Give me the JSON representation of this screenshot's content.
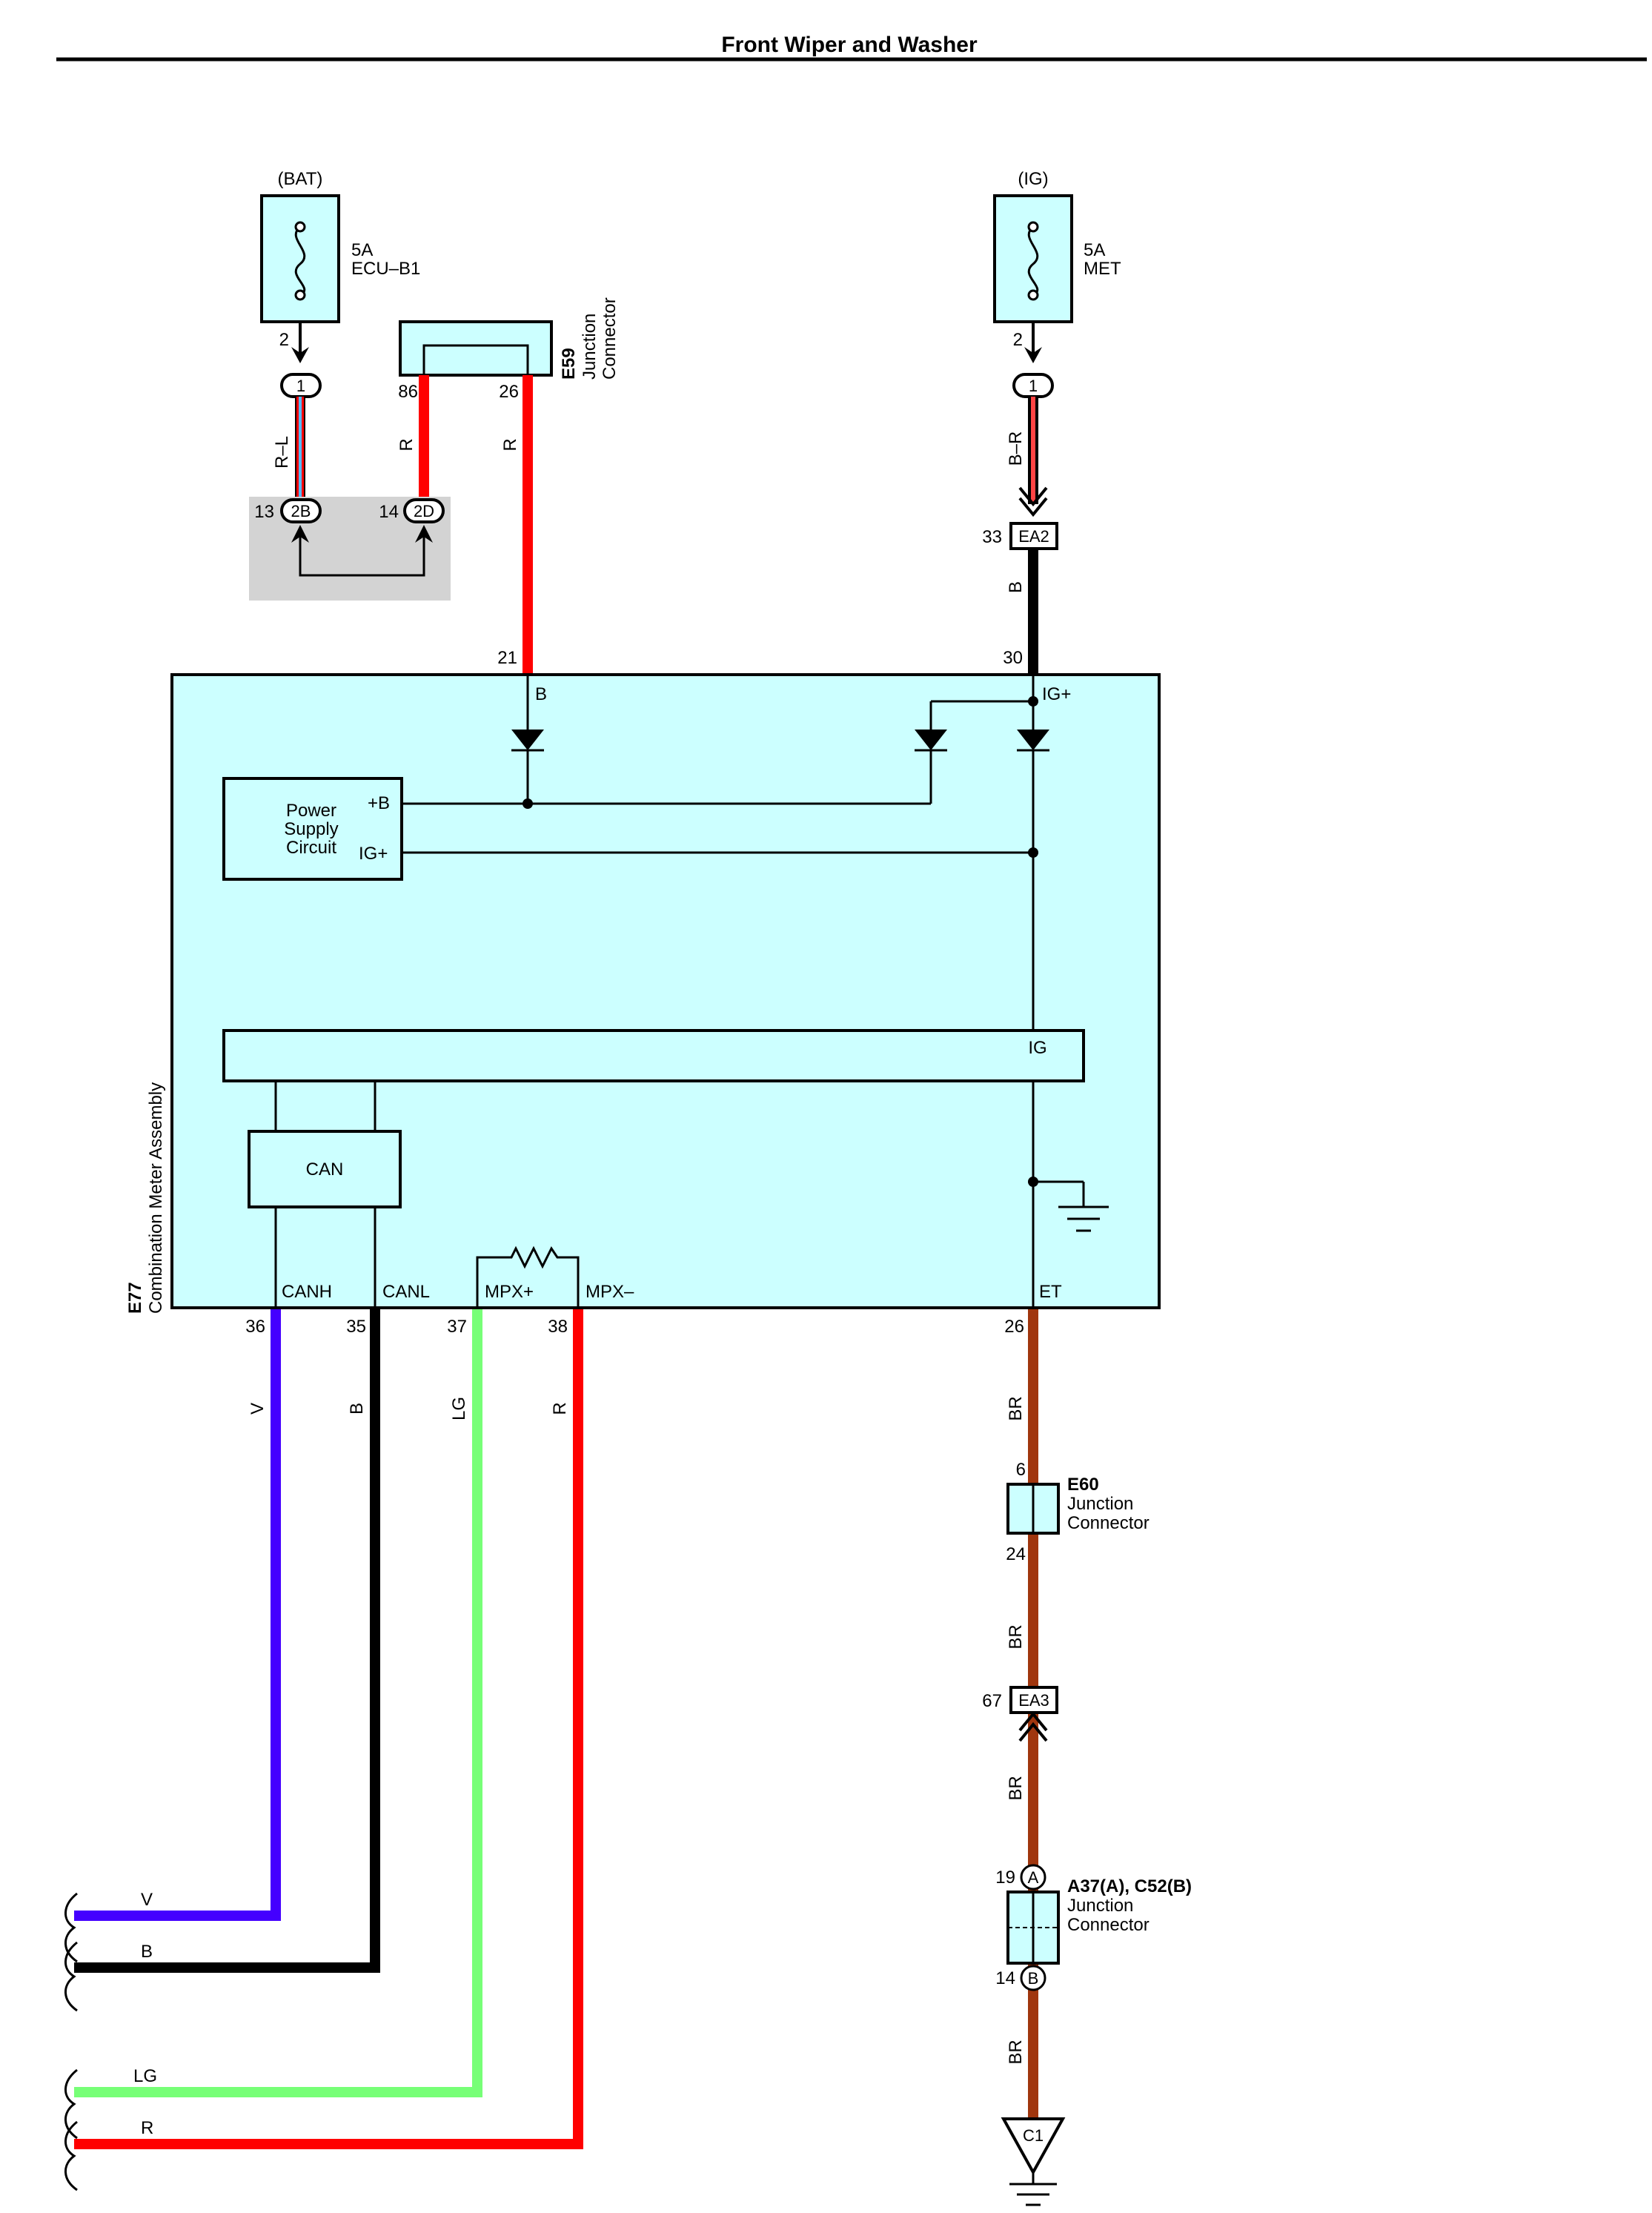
{
  "title": "Front Wiper and Washer",
  "colors": {
    "meter_fill": "#ccffff",
    "ground_area": "#d3d3d3",
    "wire_red": "#ff0000",
    "wire_black": "#000000",
    "wire_violet": "#4400ff",
    "wire_lightgreen": "#77ff77",
    "wire_brown": "#a0360e",
    "wire_lightblue": "#55bbff"
  },
  "fuses": {
    "bat": {
      "source": "(BAT)",
      "rating": "5A",
      "name": "ECU–B1",
      "pin": "2",
      "conn_pin": "1"
    },
    "ig": {
      "source": "(IG)",
      "rating": "5A",
      "name": "MET",
      "pin": "2",
      "conn_pin": "1"
    }
  },
  "e59": {
    "code": "E59",
    "name1": "Junction",
    "name2": "Connector",
    "pin_left": "86",
    "pin_right": "26"
  },
  "connectors": {
    "c2b": {
      "label": "2B",
      "pin": "13"
    },
    "c2d": {
      "label": "2D",
      "pin": "14"
    },
    "ea2": {
      "label": "EA2",
      "pin": "33"
    },
    "ea3": {
      "label": "EA3",
      "pin": "67"
    }
  },
  "wire_labels": {
    "rl": "R–L",
    "r_86": "R",
    "r_26": "R",
    "br_ig": "B–R",
    "b_ea2": "B",
    "v": "V",
    "b": "B",
    "lg": "LG",
    "r": "R",
    "br1": "BR",
    "br2": "BR",
    "br3": "BR",
    "br4": "BR"
  },
  "meter": {
    "code": "E77",
    "name": "Combination Meter Assembly",
    "pin_top_b": "21",
    "pin_top_ig": "30",
    "label_b": "B",
    "label_igplus": "IG+",
    "psc_line1": "Power",
    "psc_line2": "Supply",
    "psc_line3": "Circuit",
    "psc_b": "+B",
    "psc_ig": "IG+",
    "bus_label": "IG",
    "can_label": "CAN",
    "canh": "CANH",
    "canl": "CANL",
    "mpxp": "MPX+",
    "mpxm": "MPX–",
    "et": "ET",
    "pin_canh": "36",
    "pin_canl": "35",
    "pin_mpxp": "37",
    "pin_mpxm": "38",
    "pin_et": "26"
  },
  "e60": {
    "code": "E60",
    "name1": "Junction",
    "name2": "Connector",
    "pin_top": "6",
    "pin_bottom": "24"
  },
  "a37": {
    "code": "A37(A), C52(B)",
    "name1": "Junction",
    "name2": "Connector",
    "pin_a_label": "A",
    "pin_b_label": "B",
    "pin_a": "19",
    "pin_b": "14"
  },
  "ground": {
    "label": "C1"
  },
  "bottom_wires": {
    "v": "V",
    "b": "B",
    "lg": "LG",
    "r": "R"
  }
}
